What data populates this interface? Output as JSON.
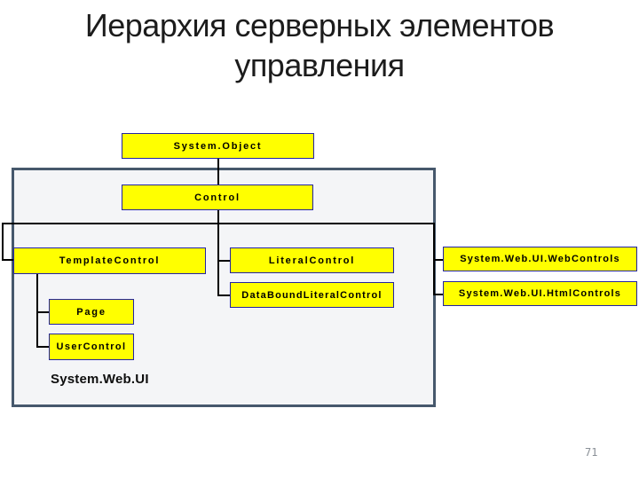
{
  "title": {
    "line1": "Иерархия серверных элементов",
    "line2": "управления"
  },
  "page_number": "71",
  "diagram": {
    "container_label": "System.Web.UI",
    "nodes": {
      "system_object": "System.Object",
      "control": "Control",
      "template_control": "TemplateControl",
      "page": "Page",
      "user_control": "UserControl",
      "literal_control": "LiteralControl",
      "databound_literal_control": "DataBoundLiteralControl",
      "web_controls": "System.Web.UI.WebControls",
      "html_controls": "System.Web.UI.HtmlControls"
    },
    "edges": [
      {
        "from": "System.Object",
        "to": "Control"
      },
      {
        "from": "Control",
        "to": "TemplateControl"
      },
      {
        "from": "Control",
        "to": "LiteralControl"
      },
      {
        "from": "Control",
        "to": "DataBoundLiteralControl"
      },
      {
        "from": "Control",
        "to": "System.Web.UI.WebControls"
      },
      {
        "from": "Control",
        "to": "System.Web.UI.HtmlControls"
      },
      {
        "from": "TemplateControl",
        "to": "Page"
      },
      {
        "from": "TemplateControl",
        "to": "UserControl"
      }
    ],
    "colors": {
      "node_fill": "#FFFF00",
      "node_border": "#2323A3",
      "container_border": "#46586C",
      "container_fill": "#F4F5F7",
      "connector": "#000000",
      "page_number": "#8A9097"
    }
  }
}
